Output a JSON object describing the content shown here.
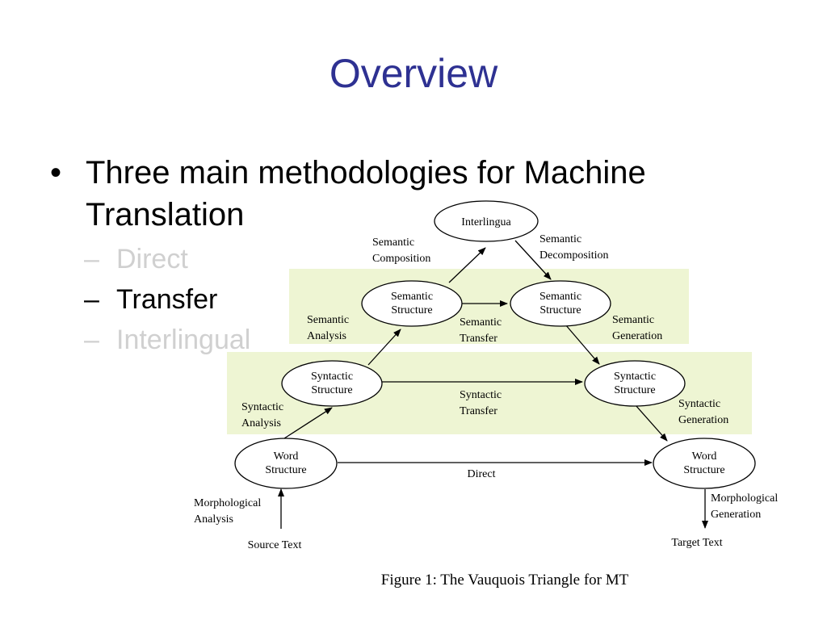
{
  "slide": {
    "title": "Overview",
    "bullet": "Three main methodologies for Machine Translation",
    "bullet_line1": "Three main methodologies for Machine",
    "bullet_line2": "Translation",
    "subitems": [
      {
        "label": "Direct",
        "state": "dimmed"
      },
      {
        "label": "Transfer",
        "state": "active"
      },
      {
        "label": "Interlingual",
        "state": "dimmed"
      }
    ],
    "bullet_symbol": "•",
    "dash_symbol": "–"
  },
  "colors": {
    "title": "#2e3192",
    "dimmed_text": "#d0d0d0",
    "highlight_band": "#eef5d3"
  },
  "diagram": {
    "nodes": {
      "interlingua": "Interlingua",
      "sem_src": [
        "Semantic",
        "Structure"
      ],
      "sem_tgt": [
        "Semantic",
        "Structure"
      ],
      "syn_src": [
        "Syntactic",
        "Structure"
      ],
      "syn_tgt": [
        "Syntactic",
        "Structure"
      ],
      "word_src": [
        "Word",
        "Structure"
      ],
      "word_tgt": [
        "Word",
        "Structure"
      ]
    },
    "labels": {
      "sem_composition": [
        "Semantic",
        "Composition"
      ],
      "sem_decomposition": [
        "Semantic",
        "Decomposition"
      ],
      "sem_analysis": [
        "Semantic",
        "Analysis"
      ],
      "sem_transfer": [
        "Semantic",
        "Transfer"
      ],
      "sem_generation": [
        "Semantic",
        "Generation"
      ],
      "syn_analysis": [
        "Syntactic",
        "Analysis"
      ],
      "syn_transfer": [
        "Syntactic",
        "Transfer"
      ],
      "syn_generation": [
        "Syntactic",
        "Generation"
      ],
      "direct": "Direct",
      "morph_analysis": [
        "Morphological",
        "Analysis"
      ],
      "morph_generation": [
        "Morphological",
        "Generation"
      ],
      "source_text": "Source Text",
      "target_text": "Target Text"
    },
    "caption": "Figure 1: The Vauquois Triangle for MT"
  }
}
